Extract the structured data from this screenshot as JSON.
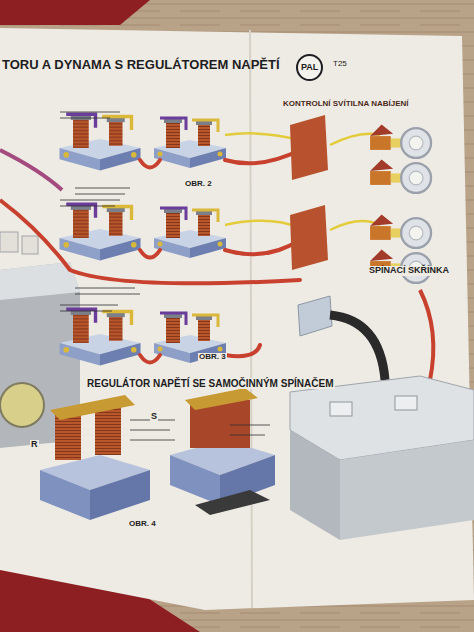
{
  "diagram": {
    "title": "TORU A DYNAMA S REGULÁTOREM NAPĚTÍ",
    "nodes": [
      {
        "text": [
          "PAL"
        ]
      }
    ],
    "labels": [
      "OBR. 2",
      "OBR. 3",
      "OBR. 4",
      "KONTROLNÍ SVÍTILNA NABÍJENÍ",
      "SPÍNACÍ SKŘÍNKA",
      "REGULÁTOR NAPĚTÍ SE SAMOČINNÝM SPÍNAČEM",
      "R",
      "S",
      "T25"
    ]
  }
}
